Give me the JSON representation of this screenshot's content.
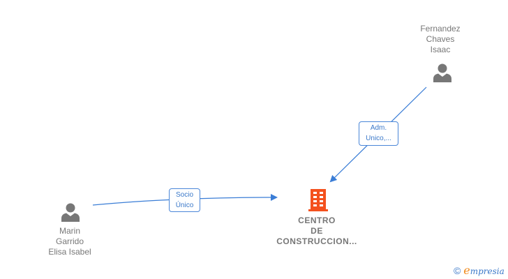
{
  "colors": {
    "edge": "#3a7dd6",
    "person_icon": "#777777",
    "company_icon": "#f4511e",
    "label_text": "#777777"
  },
  "nodes": {
    "company": {
      "type": "company",
      "lines": [
        "CENTRO",
        "DE",
        "CONSTRUCCION..."
      ],
      "icon": "building-icon"
    },
    "person_top": {
      "type": "person",
      "lines": [
        "Fernandez",
        "Chaves",
        "Isaac"
      ],
      "icon": "person-icon"
    },
    "person_left": {
      "type": "person",
      "lines": [
        "Marin",
        "Garrido",
        "Elisa Isabel"
      ],
      "icon": "person-icon"
    }
  },
  "edges": [
    {
      "from": "person_top",
      "to": "company",
      "label_lines": [
        "Adm.",
        "Unico,..."
      ]
    },
    {
      "from": "person_left",
      "to": "company",
      "label_lines": [
        "Socio",
        "Único"
      ]
    }
  ],
  "footer": {
    "copyright_symbol": "©",
    "brand_first": "e",
    "brand_rest": "mpresia"
  }
}
